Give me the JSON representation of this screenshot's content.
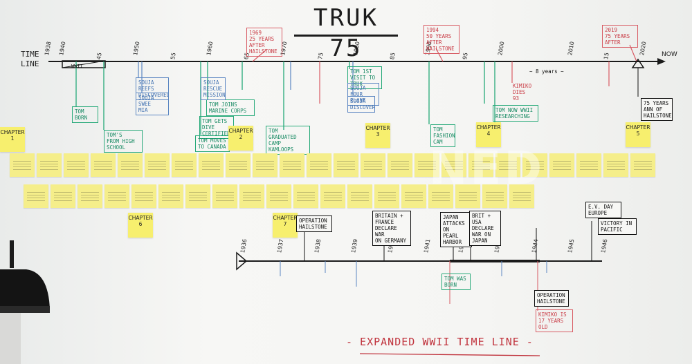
{
  "board": {
    "title": "TRUK 75",
    "timeline_label": "TIME LINE",
    "now_label": "NOW",
    "bottom_label": "- EXPANDED WWII TIME LINE -",
    "top_years": [
      "1938",
      "1940",
      "45",
      "1950",
      "55",
      "1960",
      "65",
      "1970",
      "75",
      "1980",
      "85",
      "1990",
      "95",
      "2000",
      "2010",
      "15",
      "2020"
    ],
    "bottom_years": [
      "1936",
      "1937",
      "1938",
      "1939",
      "1940",
      "1941",
      "1942",
      "1943",
      "1944",
      "1945",
      "1946"
    ],
    "red_notes_top": [
      "1969\n25 YEARS\nAFTER\nHAILSTONE",
      "1994\n50 YEARS\nAFTER\nHAILSTONE",
      "2019\n75 YEARS\nAFTER"
    ],
    "chapters": [
      "CHAPTER 1",
      "CHAPTER 2",
      "CHAPTER 3",
      "CHAPTER 4",
      "CHAPTER 5",
      "CHAPTER 6",
      "CHAPTER 7"
    ],
    "green_notes": [
      "TOM\nBORN",
      "TOM'S\nFROM HIGH\nSCHOOL",
      "TOM JOINS\nMARINE CORPS",
      "TOM GETS\nDIVE\nCERTIFIED",
      "TOM MOVES\nTO CANADA",
      "TOM GRADUATED\nCAMP KAMLOOPS",
      "TOM 1ST\nVISIT TO\nTRUK",
      "TOM\nFASHION\nCAM",
      "TOM NOW WWII\nRESEARCHING"
    ],
    "blue_notes": [
      "SOUJA REEFS\nDISCOVERED",
      "SOUJA SWEE\nMIA",
      "SOUJA\nRESCUE\nMISSION",
      "SOUJA FOUR\nPLANE",
      "SOUJA\nDISCOVERED"
    ],
    "black_notes": [
      "OPERATION\nHAILSTONE",
      "BRITAIN + FRANCE\nDECLARE WAR\nON GERMANY",
      "JAPAN\nATTACKS ON\nPEARL HARBOR",
      "BRIT +\nUSA DECLARE\nWAR ON\nJAPAN",
      "OPERATION\nHAILSTONE",
      "E.V. DAY\nEUROPE",
      "VICTORY IN\nPACIFIC"
    ],
    "misc_notes": [
      "75 YEARS\nANN OF\nHAILSTONE",
      "TOM WAS\nBORN",
      "KIMIKO\nDIES\n93",
      "KIMIKO IS\n17 YEARS OLD",
      "~ 8 years ~",
      "WWII"
    ],
    "watermark": "NED"
  }
}
